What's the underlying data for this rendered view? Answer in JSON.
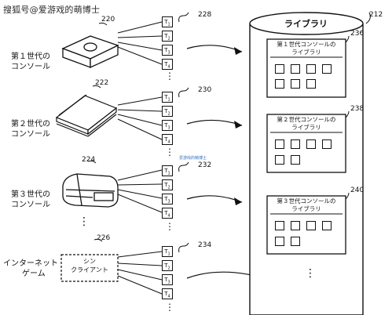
{
  "watermark": "搜狐号@爱游戏的萌博士",
  "watermark_small": "爱游戏的萌博士",
  "consoles": [
    {
      "ref": "220",
      "label_lines": [
        "第１世代の",
        "コンソール"
      ]
    },
    {
      "ref": "222",
      "label_lines": [
        "第２世代の",
        "コンソール"
      ]
    },
    {
      "ref": "224",
      "label_lines": [
        "第３世代の",
        "コンソール"
      ]
    },
    {
      "ref": "226",
      "label_lines": [
        "インターネット",
        "ゲーム"
      ],
      "thin_client_lines": [
        "シン",
        "クライアント"
      ]
    }
  ],
  "title_stacks": [
    {
      "ref": "228",
      "titles": [
        "T1",
        "T2",
        "T3",
        "T4"
      ]
    },
    {
      "ref": "230",
      "titles": [
        "T1",
        "T2",
        "T3",
        "T4"
      ]
    },
    {
      "ref": "232",
      "titles": [
        "T1",
        "T2",
        "T3",
        "T4"
      ]
    },
    {
      "ref": "234",
      "titles": [
        "T1",
        "T2",
        "T3",
        "T4"
      ]
    }
  ],
  "library": {
    "ref": "212",
    "title": "ライブラリ",
    "panels": [
      {
        "ref": "236",
        "title_lines": [
          "第１世代コンソールの",
          "ライブラリ"
        ]
      },
      {
        "ref": "238",
        "title_lines": [
          "第２世代コンソールの",
          "ライブラリ"
        ]
      },
      {
        "ref": "240",
        "title_lines": [
          "第３世代コンソールの",
          "ライブラリ"
        ]
      }
    ]
  },
  "ellipsis": "⋮"
}
